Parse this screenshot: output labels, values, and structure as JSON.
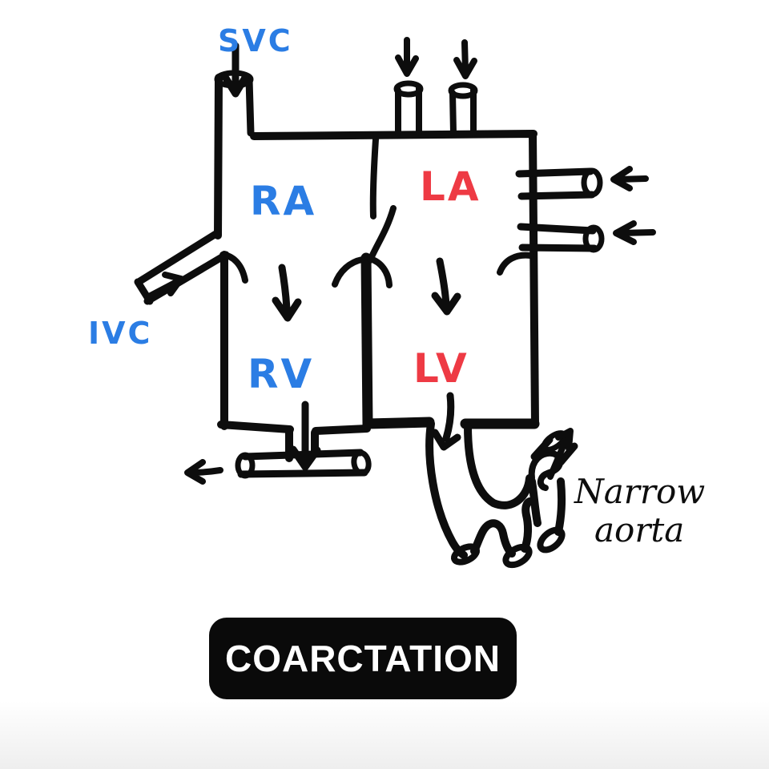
{
  "title_badge": {
    "label": "COARCTATION"
  },
  "diagram": {
    "labels": {
      "svc": "SVC",
      "ivc": "IVC",
      "right_atrium": "RA",
      "left_atrium": "LA",
      "right_ventricle": "RV",
      "left_ventricle": "LV"
    },
    "annotation": {
      "line1": "Narrow",
      "line2": "aorta"
    },
    "colors": {
      "venous_blue": "#2b7de4",
      "arterial_red": "#ee3a44",
      "ink_black": "#0d0d0d",
      "badge_background": "#0a0a0a",
      "badge_text": "#ffffff"
    },
    "flow_arrows": [
      {
        "name": "svc-inflow-arrow",
        "direction": "down"
      },
      {
        "name": "pulmonary-vein-top-left-arrow",
        "direction": "down"
      },
      {
        "name": "pulmonary-vein-top-right-arrow",
        "direction": "down"
      },
      {
        "name": "pulmonary-vein-right-upper-arrow",
        "direction": "left"
      },
      {
        "name": "pulmonary-vein-right-lower-arrow",
        "direction": "left"
      },
      {
        "name": "ivc-inflow-arrow",
        "direction": "up-right"
      },
      {
        "name": "ra-to-rv-arrow",
        "direction": "down"
      },
      {
        "name": "la-to-lv-arrow",
        "direction": "down"
      },
      {
        "name": "rv-to-pulmonary-artery-arrow",
        "direction": "down"
      },
      {
        "name": "pulmonary-artery-outflow-arrow",
        "direction": "left"
      },
      {
        "name": "lv-to-aorta-arrow",
        "direction": "down"
      },
      {
        "name": "aorta-outflow-arrow",
        "direction": "up-right"
      }
    ]
  }
}
